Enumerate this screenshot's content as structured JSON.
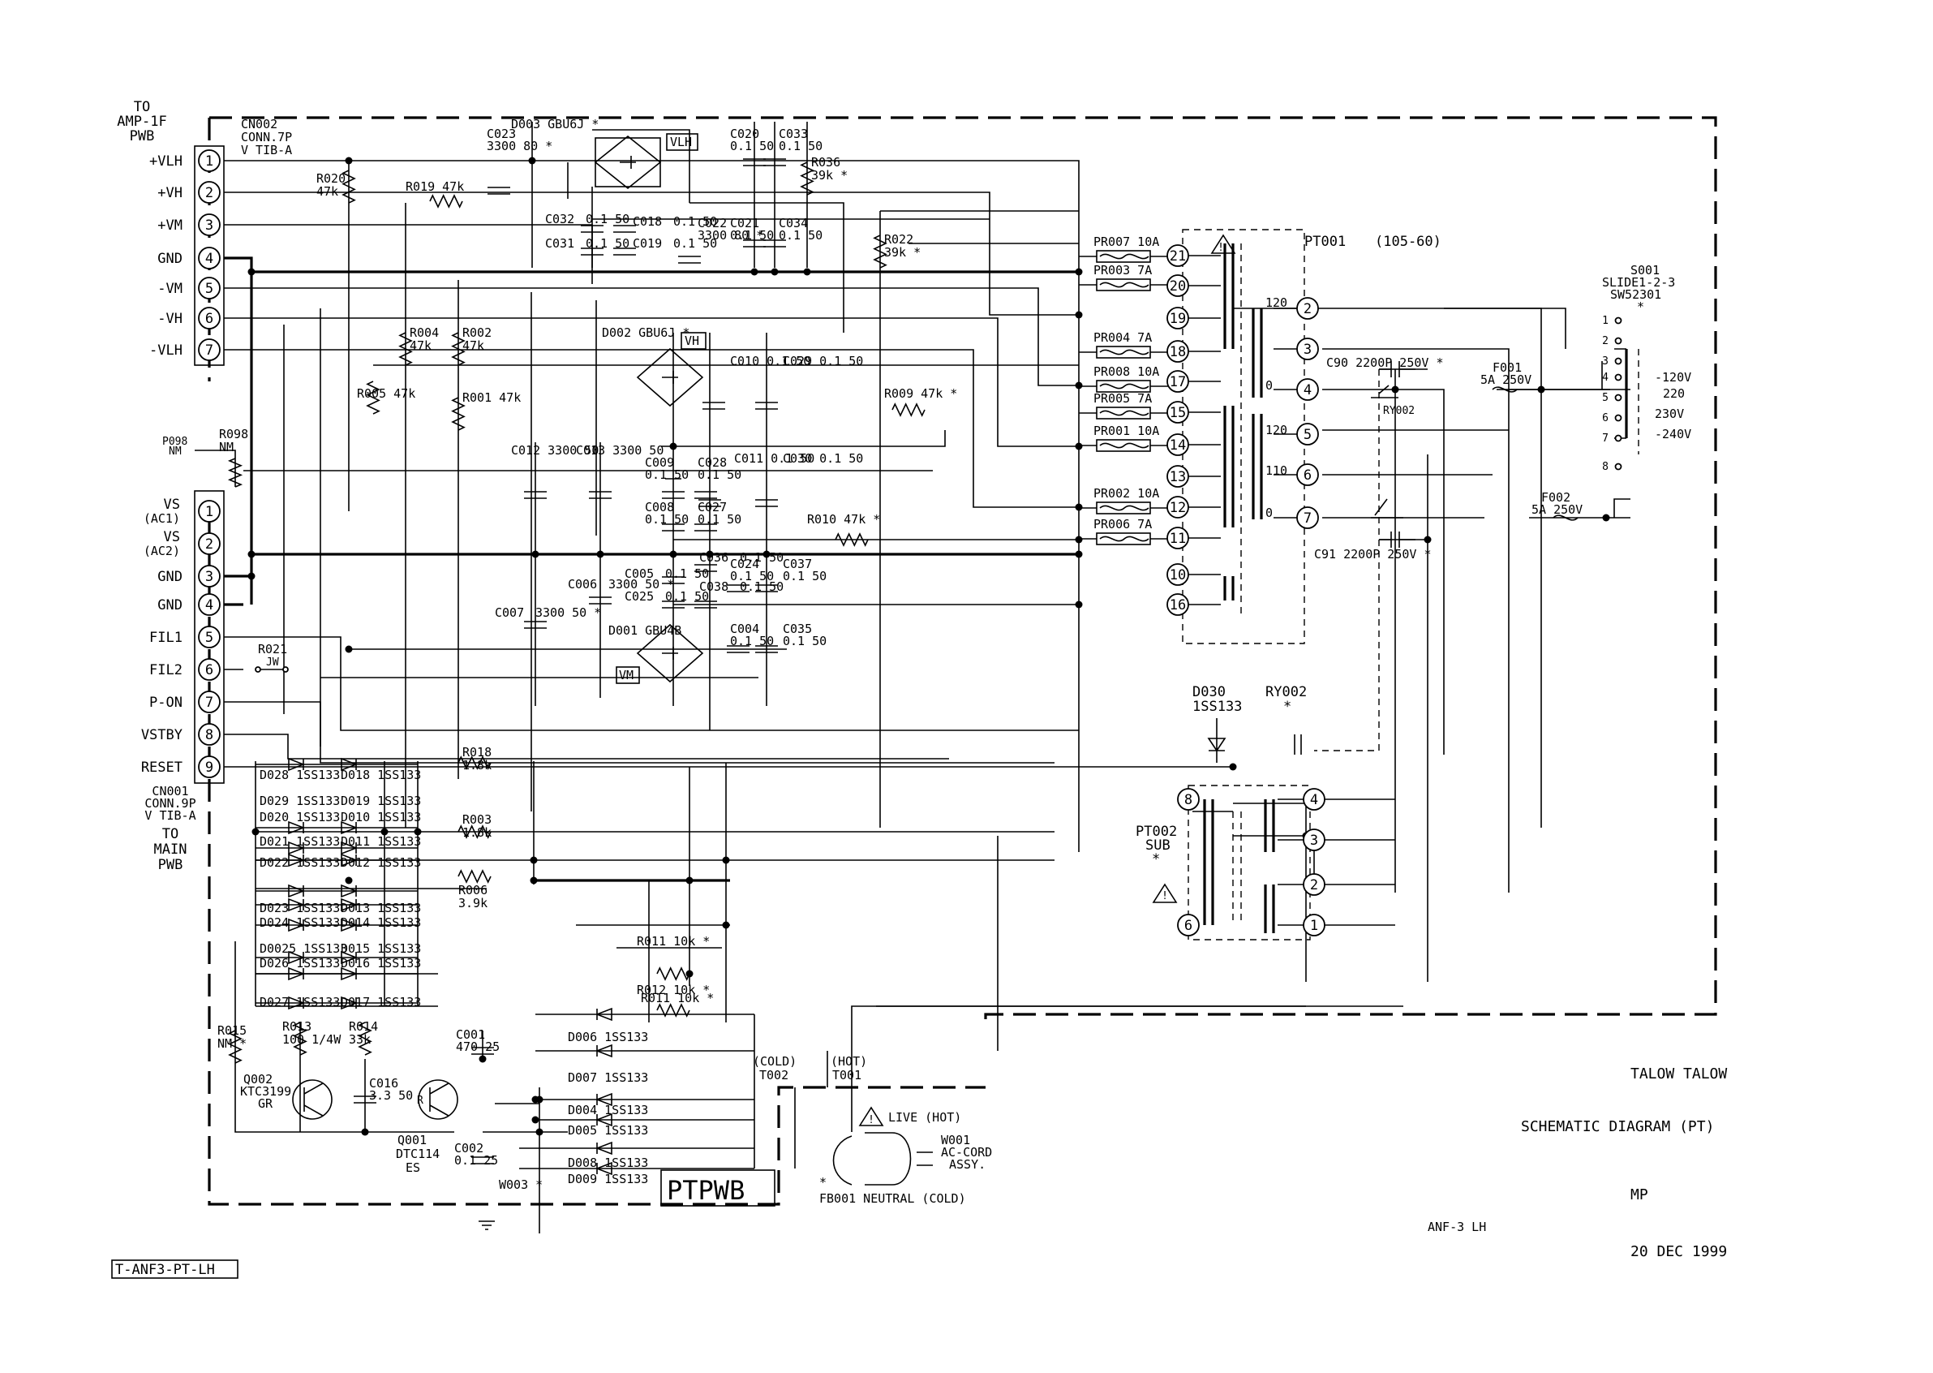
{
  "title_block": {
    "company": "TALOW TALOW",
    "title": "SCHEMATIC DIAGRAM (PT)",
    "designer": "MP",
    "model": "ANF-3 LH",
    "date": "20 DEC 1999",
    "drawing_no": "T-ANF3-PT-LH",
    "board_label": "PTPWB"
  },
  "cn002": {
    "to": "TO",
    "to2": "AMP-1F",
    "to3": "PWB",
    "name": "CN002",
    "type": "CONN.7P",
    "spec": "V TIB-A",
    "pins": [
      {
        "num": "1",
        "label": "+VLH"
      },
      {
        "num": "2",
        "label": "+VH"
      },
      {
        "num": "3",
        "label": "+VM"
      },
      {
        "num": "4",
        "label": "GND"
      },
      {
        "num": "5",
        "label": "-VM"
      },
      {
        "num": "6",
        "label": "-VH"
      },
      {
        "num": "7",
        "label": "-VLH"
      }
    ]
  },
  "cn001": {
    "name": "CN001",
    "type": "CONN.9P",
    "spec": "V TIB-A",
    "to": "TO",
    "to2": "MAIN",
    "to3": "PWB",
    "pins": [
      {
        "num": "1",
        "label": "VS\n(AC1)"
      },
      {
        "num": "2",
        "label": "VS\n(AC2)"
      },
      {
        "num": "3",
        "label": "GND"
      },
      {
        "num": "4",
        "label": "GND"
      },
      {
        "num": "5",
        "label": "FIL1"
      },
      {
        "num": "6",
        "label": "FIL2"
      },
      {
        "num": "7",
        "label": "P-ON"
      },
      {
        "num": "8",
        "label": "VSTBY"
      },
      {
        "num": "9",
        "label": "RESET"
      }
    ]
  },
  "bridges": [
    {
      "ref": "D003 GBU6J *",
      "tag": "VLH"
    },
    {
      "ref": "D002\nGBU6J *",
      "tag": "VH"
    },
    {
      "ref": "D001\nGBU4B",
      "tag": "VM"
    }
  ],
  "resistors": [
    {
      "ref": "R020",
      "value": "47k"
    },
    {
      "ref": "R019 47k",
      "value": ""
    },
    {
      "ref": "R036",
      "value": "39k *"
    },
    {
      "ref": "R022",
      "value": "39k *"
    },
    {
      "ref": "R004",
      "value": "47k"
    },
    {
      "ref": "R002",
      "value": "47k"
    },
    {
      "ref": "R001 47k",
      "value": ""
    },
    {
      "ref": "R005 47k",
      "value": ""
    },
    {
      "ref": "R009 47k *",
      "value": ""
    },
    {
      "ref": "R010 47k *",
      "value": ""
    },
    {
      "ref": "R098",
      "value": "NM"
    },
    {
      "ref": "R021",
      "value": "JW"
    },
    {
      "ref": "R018",
      "value": "1.8k"
    },
    {
      "ref": "R003",
      "value": "1.8k"
    },
    {
      "ref": "R006",
      "value": "3.9k"
    },
    {
      "ref": "R011 10k *",
      "value": ""
    },
    {
      "ref": "R012 10k *",
      "value": ""
    },
    {
      "ref": "R015",
      "value": "NM *"
    },
    {
      "ref": "R013",
      "value": "100 1/4W"
    },
    {
      "ref": "R014",
      "value": "33k"
    }
  ],
  "p098": {
    "ref": "P098",
    "value": "NM"
  },
  "capacitors": [
    {
      "ref": "C023",
      "value": "3300 80 *"
    },
    {
      "ref": "C032",
      "value": "0.1 50"
    },
    {
      "ref": "C031",
      "value": "0.1 50"
    },
    {
      "ref": "C018",
      "value": "0.1 50"
    },
    {
      "ref": "C019",
      "value": "0.1 50"
    },
    {
      "ref": "C022",
      "value": "3300 80 *"
    },
    {
      "ref": "C020",
      "value": "0.1 50"
    },
    {
      "ref": "C021",
      "value": "0.1 50"
    },
    {
      "ref": "C033",
      "value": "0.1 50"
    },
    {
      "ref": "C034",
      "value": "0.1 50"
    },
    {
      "ref": "C012 3300 50",
      "value": ""
    },
    {
      "ref": "C013 3300 50",
      "value": ""
    },
    {
      "ref": "C010 0.1 50",
      "value": ""
    },
    {
      "ref": "C029 0.1 50",
      "value": ""
    },
    {
      "ref": "C009",
      "value": "0.1 50"
    },
    {
      "ref": "C028",
      "value": "0.1 50"
    },
    {
      "ref": "C008",
      "value": "0.1 50"
    },
    {
      "ref": "C027",
      "value": "0.1 50"
    },
    {
      "ref": "C011 0.1 50",
      "value": ""
    },
    {
      "ref": "C030 0.1 50",
      "value": ""
    },
    {
      "ref": "C006",
      "value": "3300 50 *"
    },
    {
      "ref": "C007",
      "value": "3300 50 *"
    },
    {
      "ref": "C005",
      "value": "0.1 50"
    },
    {
      "ref": "C025",
      "value": "0.1 50"
    },
    {
      "ref": "C036",
      "value": "0.1 50"
    },
    {
      "ref": "C038",
      "value": "0.1 50"
    },
    {
      "ref": "C024",
      "value": "0.1 50"
    },
    {
      "ref": "C037",
      "value": "0.1 50"
    },
    {
      "ref": "C004",
      "value": "0.1 50"
    },
    {
      "ref": "C035",
      "value": "0.1 50"
    },
    {
      "ref": "C001",
      "value": "470 25"
    },
    {
      "ref": "C016",
      "value": "3.3 50"
    },
    {
      "ref": "C002",
      "value": "0.1 25"
    },
    {
      "ref": "C90 2200P 250V *",
      "value": ""
    },
    {
      "ref": "C91 2200P 250V *",
      "value": ""
    }
  ],
  "fuse_resistors": [
    {
      "ref": "PR007 10A",
      "pin": "21"
    },
    {
      "ref": "PR003 7A",
      "pin": "20"
    },
    {
      "ref": "PR004 7A",
      "pin": "18"
    },
    {
      "ref": "PR008 10A",
      "pin": "17"
    },
    {
      "ref": "PR005 7A",
      "pin": "15"
    },
    {
      "ref": "PR001 10A",
      "pin": "14"
    },
    {
      "ref": "PR002 10A",
      "pin": "12"
    },
    {
      "ref": "PR006 7A",
      "pin": "11"
    }
  ],
  "pt001": {
    "ref": "PT001",
    "part": "(105-60)",
    "secondary_pins": [
      "21",
      "20",
      "19",
      "18",
      "17",
      "15",
      "14",
      "13",
      "12",
      "11",
      "10",
      "16"
    ],
    "primary_pins": [
      "2",
      "3",
      "4",
      "5",
      "6",
      "7"
    ],
    "taps": [
      "120",
      "0",
      "120",
      "110",
      "0"
    ]
  },
  "pt002": {
    "ref": "PT002",
    "sub": "SUB",
    "star": "*",
    "pins_left": [
      "8",
      "6"
    ],
    "pins_right": [
      "4",
      "3",
      "2",
      "1"
    ]
  },
  "diodes": [
    {
      "ref": "D028 1SS133"
    },
    {
      "ref": "D018 1SS133"
    },
    {
      "ref": "D029 1SS133"
    },
    {
      "ref": "D019 1SS133"
    },
    {
      "ref": "D020 1SS133"
    },
    {
      "ref": "D010 1SS133"
    },
    {
      "ref": "D021 1SS133"
    },
    {
      "ref": "D011 1SS133"
    },
    {
      "ref": "D022 1SS133"
    },
    {
      "ref": "D012 1SS133"
    },
    {
      "ref": "D023 1SS133"
    },
    {
      "ref": "D013 1SS133"
    },
    {
      "ref": "D024 1SS133"
    },
    {
      "ref": "D014 1SS133"
    },
    {
      "ref": "D0025 1SS133"
    },
    {
      "ref": "D015 1SS133"
    },
    {
      "ref": "D026 1SS133"
    },
    {
      "ref": "D016 1SS133"
    },
    {
      "ref": "D027 1SS133"
    },
    {
      "ref": "D017 1SS133"
    },
    {
      "ref": "D006 1SS133"
    },
    {
      "ref": "D007 1SS133"
    },
    {
      "ref": "D004 1SS133"
    },
    {
      "ref": "D005 1SS133"
    },
    {
      "ref": "D008 1SS133"
    },
    {
      "ref": "D009 1SS133"
    },
    {
      "ref": "D030",
      "value": "1SS133"
    }
  ],
  "transistors": [
    {
      "ref": "Q002",
      "part": "KTC3199",
      "grade": "GR"
    },
    {
      "ref": "Q001",
      "part": "DTC114",
      "grade": "ES"
    }
  ],
  "relay": {
    "ref": "RY002",
    "star": "*",
    "contact": "RY002"
  },
  "fuses": [
    {
      "ref": "F001",
      "value": "5A 250V"
    },
    {
      "ref": "F002",
      "value": "5A 250V"
    }
  ],
  "selector": {
    "ref": "S001",
    "part": "SLIDE1-2-3",
    "part2": "SW52301",
    "star": "*",
    "pins": [
      "1",
      "2",
      "3",
      "4",
      "5",
      "6",
      "7",
      "8"
    ],
    "voltages": [
      "-120V",
      "220",
      "230V",
      "-240V"
    ]
  },
  "ac_cord": {
    "ref": "W001",
    "desc": "AC-CORD",
    "desc2": "ASSY.",
    "live": "LIVE (HOT)",
    "neutral": "FB001 NEUTRAL (COLD)",
    "star": "*"
  },
  "terminals": [
    {
      "ref": "(COLD)",
      "name": "T002"
    },
    {
      "ref": "(HOT)",
      "name": "T001"
    }
  ],
  "w003": "W003 *"
}
